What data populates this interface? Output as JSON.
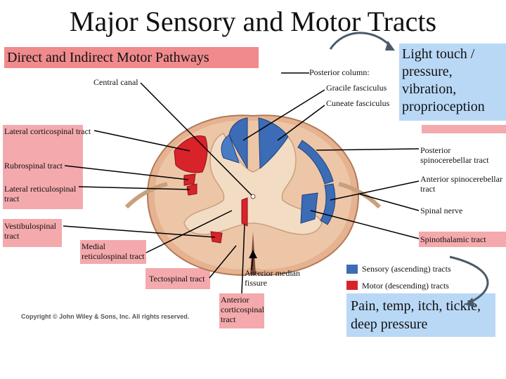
{
  "title": "Major Sensory and Motor Tracts",
  "subtitle": "Direct and Indirect Motor Pathways",
  "callouts": {
    "light_touch": "Light touch / pressure, vibration, proprioception",
    "pain": "Pain, temp, itch, tickle, deep pressure"
  },
  "labels": {
    "posterior_column": "Posterior column:",
    "gracile": "Gracile fasciculus",
    "cuneate": "Cuneate fasciculus",
    "central_canal": "Central canal",
    "lateral_corticospinal": "Lateral corticospinal tract",
    "rubrospinal": "Rubrospinal tract",
    "lateral_reticulospinal": "Lateral reticulospinal tract",
    "vestibulospinal": "Vestibulospinal tract",
    "medial_reticulospinal": "Medial reticulospinal tract",
    "tectospinal": "Tectospinal tract",
    "anterior_median_fissure": "Anterior median fissure",
    "anterior_corticospinal": "Anterior corticospinal tract",
    "posterior_spinocerebellar": "Posterior spinocerebellar tract",
    "anterior_spinocerebellar": "Anterior spinocerebellar tract",
    "spinal_nerve": "Spinal nerve",
    "spinothalamic": "Spinothalamic tract"
  },
  "legend": {
    "sensory": "Sensory (ascending) tracts",
    "motor": "Motor (descending) tracts"
  },
  "copyright": "Copyright © John Wiley & Sons, Inc. All rights reserved.",
  "colors": {
    "sensory": "#3b6cb5",
    "motor": "#d9232a",
    "pink_label": "#f4a9ad",
    "callout_blue": "#b9d8f6"
  }
}
